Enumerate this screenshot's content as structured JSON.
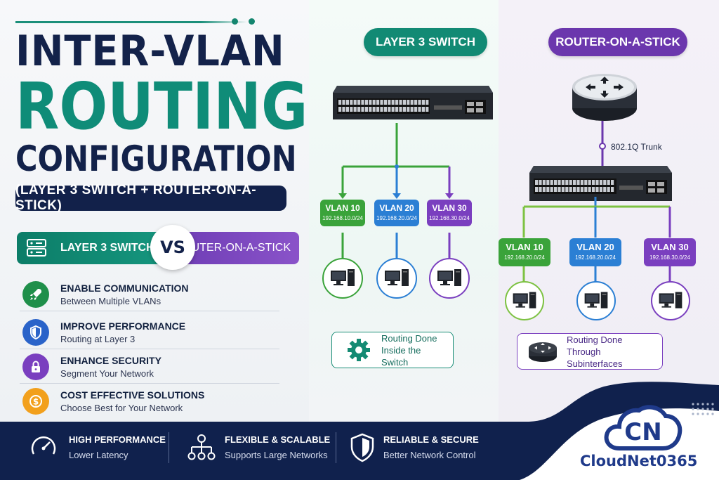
{
  "title": {
    "line1": "INTER-VLAN",
    "line2": "ROUTING",
    "line3": "CONFIGURATION",
    "subtitle": "(LAYER 3 SWITCH + ROUTER-ON-A-STICK)"
  },
  "comparison": {
    "left_label": "LAYER 3 SWITCH",
    "vs": "VS",
    "right_label": "ROUTER-ON-A-STICK"
  },
  "features": [
    {
      "heading": "ENABLE COMMUNICATION",
      "sub": "Between Multiple VLANs",
      "icon": "rocket-icon",
      "color": "#1f8f4a"
    },
    {
      "heading": "IMPROVE PERFORMANCE",
      "sub": "Routing at Layer 3",
      "icon": "shield-icon",
      "color": "#2a63c9"
    },
    {
      "heading": "ENHANCE SECURITY",
      "sub": "Segment Your Network",
      "icon": "lock-icon",
      "color": "#7a3fbf"
    },
    {
      "heading": "COST EFFECTIVE SOLUTIONS",
      "sub": "Choose Best for Your Network",
      "icon": "dollar-icon",
      "color": "#f2a01c"
    }
  ],
  "bottom_bar": [
    {
      "heading": "HIGH PERFORMANCE",
      "sub": "Lower Latency",
      "icon": "speedometer-icon"
    },
    {
      "heading": "FLEXIBLE & SCALABLE",
      "sub": "Supports Large Networks",
      "icon": "hierarchy-icon"
    },
    {
      "heading": "RELIABLE & SECURE",
      "sub": "Better Network Control",
      "icon": "shield-icon"
    }
  ],
  "layer3": {
    "title": "LAYER 3 SWITCH",
    "vlans": [
      {
        "name": "VLAN 10",
        "subnet": "192.168.10.0/24",
        "color": "#3aa33a"
      },
      {
        "name": "VLAN 20",
        "subnet": "192.168.20.0/24",
        "color": "#2b7fd4"
      },
      {
        "name": "VLAN 30",
        "subnet": "192.168.30.0/24",
        "color": "#7a3fbf"
      }
    ],
    "info": "Routing Done Inside the Switch"
  },
  "roas": {
    "title": "ROUTER-ON-A-STICK",
    "trunk_label": "802.1Q Trunk",
    "vlans": [
      {
        "name": "VLAN 10",
        "subnet": "192.168.20.0/24",
        "color": "#3aa33a"
      },
      {
        "name": "VLAN 20",
        "subnet": "192.168.20.0/24",
        "color": "#2b7fd4"
      },
      {
        "name": "VLAN 30",
        "subnet": "192.168.30.0/24",
        "color": "#7a3fbf"
      }
    ],
    "info": "Routing Done Through Subinterfaces"
  },
  "brand": {
    "logo_letters": "CN",
    "name": "CloudNet0365"
  }
}
